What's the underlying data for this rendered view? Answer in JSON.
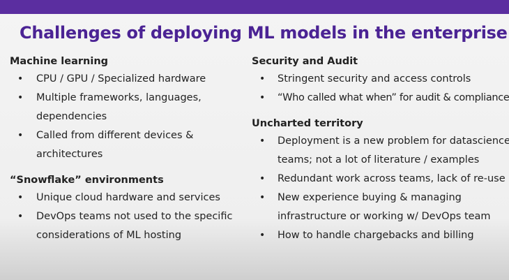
{
  "title": "Challenges of deploying ML models in the enterprise",
  "left": {
    "sections": [
      {
        "heading": "Machine learning",
        "items": [
          "CPU / GPU / Specialized hardware",
          "Multiple frameworks, languages, dependencies",
          "Called from different devices & architectures"
        ]
      },
      {
        "heading": "“Snowflake” environments",
        "items": [
          "Unique cloud hardware and services",
          "DevOps teams not used to the specific considerations of ML hosting"
        ]
      }
    ]
  },
  "right": {
    "sections": [
      {
        "heading": "Security and Audit",
        "items": [
          "Stringent security and access controls",
          "“Who called what when” for audit & compliance"
        ]
      },
      {
        "heading": "Uncharted territory",
        "items": [
          "Deployment is a new problem for datascience teams; not a lot of literature / examples",
          "Redundant work across teams, lack of re-use",
          "New experience buying & managing infrastructure or working w/ DevOps team",
          "How to handle chargebacks and billing"
        ]
      }
    ]
  },
  "colors": {
    "accent_bar": "#5b2ea0",
    "title": "#4b2394",
    "text": "#222222",
    "background": "#f1f1f1"
  },
  "icons": {
    "bullet": "•"
  }
}
